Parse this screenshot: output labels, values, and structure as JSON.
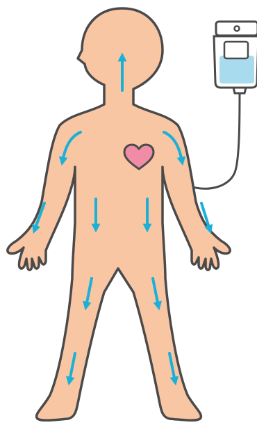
{
  "illustration": {
    "subject": "human-body-iv-infusion",
    "colors": {
      "skin": "#f9c6a4",
      "outline": "#4a4a4a",
      "arrow": "#1bb0d8",
      "heart": "#f08ca5",
      "iv_fluid": "#a8dbed",
      "iv_bag": "#ffffff"
    },
    "icons": [
      "human-figure",
      "heart-icon",
      "iv-bag-icon",
      "iv-tube",
      "flow-arrow-icon"
    ]
  }
}
